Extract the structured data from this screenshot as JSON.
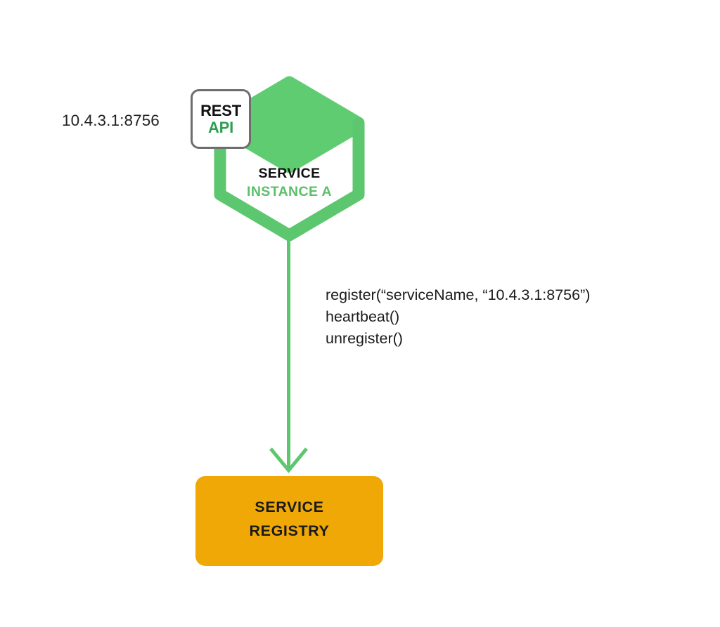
{
  "diagram": {
    "title": "Service instance registering with service registry",
    "background_color": "#ffffff",
    "colors": {
      "service_green_fill": "#5FCC72",
      "service_green_stroke": "#5CC76E",
      "rest_api_text_green": "#2E9E52",
      "registry_orange": "#EFA806",
      "badge_border_gray": "#6E6E6E",
      "text_black": "#111111"
    }
  },
  "endpoint": {
    "label": "10.4.3.1:8756"
  },
  "rest_api_badge": {
    "line_top": "REST",
    "line_bottom": "API"
  },
  "service_instance": {
    "title": "SERVICE",
    "subtitle": "INSTANCE A",
    "shape": "hexagon"
  },
  "connector": {
    "direction": "downward",
    "arrow_head": "open-v",
    "annotation_lines": [
      "register(“serviceName, “10.4.3.1:8756”)",
      "heartbeat()",
      "unregister()"
    ]
  },
  "service_registry": {
    "line1": "SERVICE",
    "line2": "REGISTRY",
    "shape": "rounded-rectangle"
  }
}
